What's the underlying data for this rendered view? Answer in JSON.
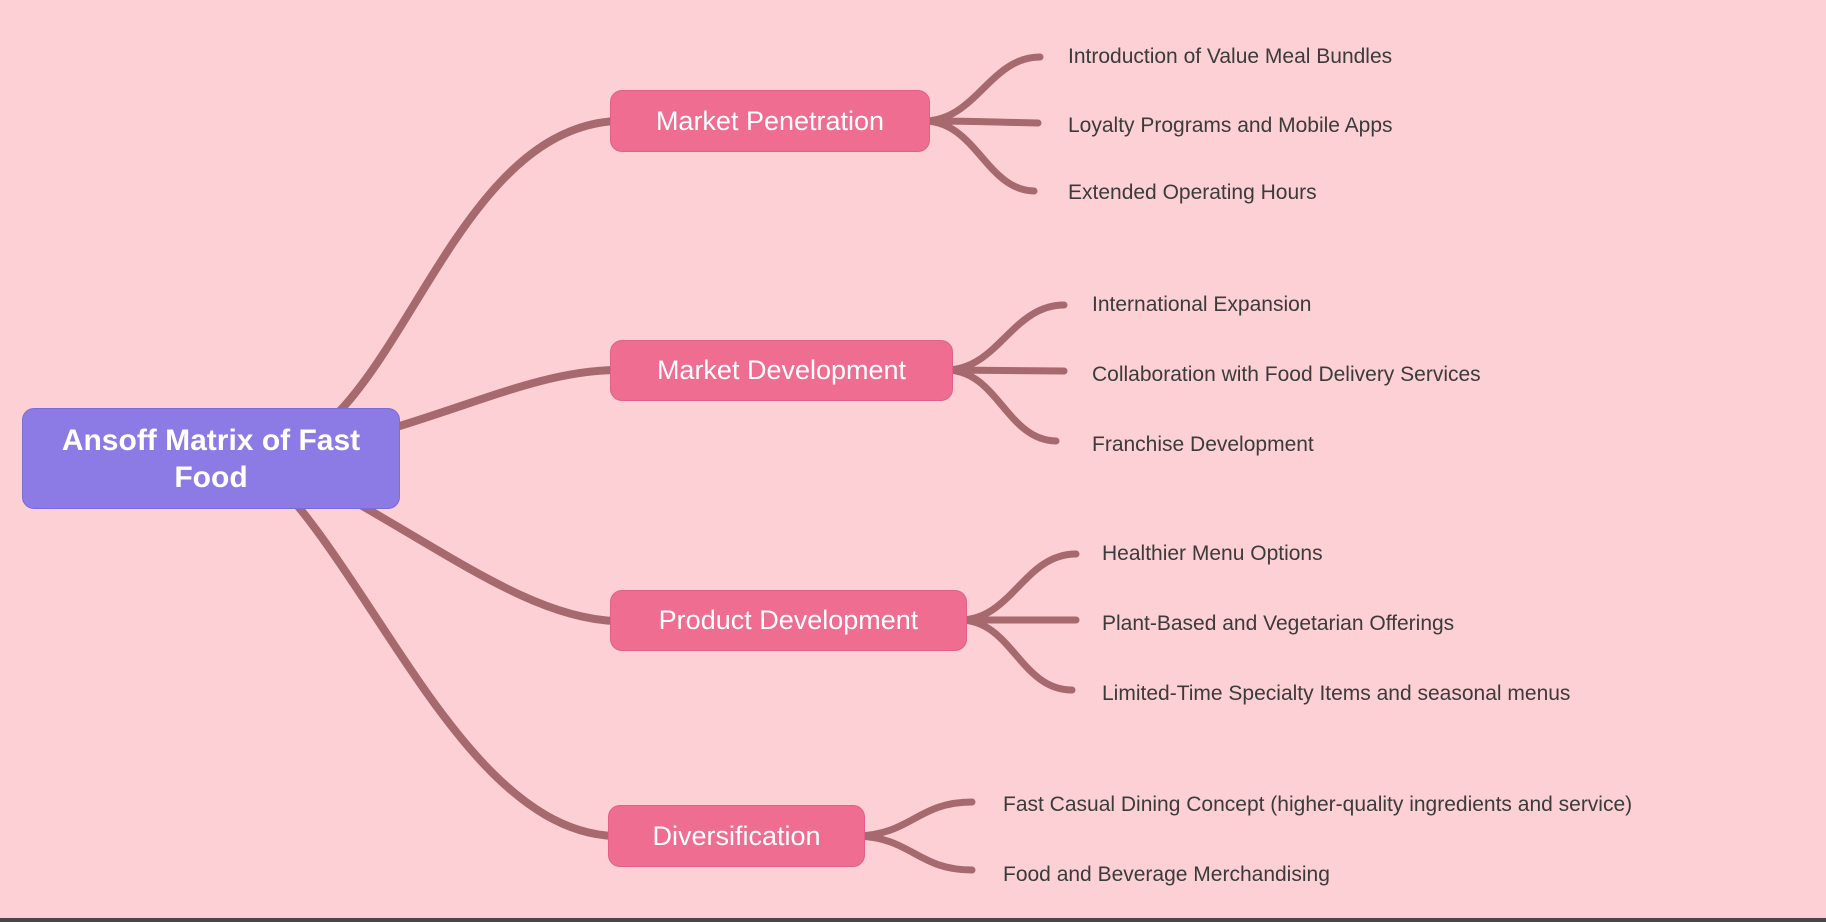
{
  "diagram": {
    "type": "mindmap",
    "title": "Ansoff Matrix of Fast Food"
  },
  "colors": {
    "background": "#fcd0d4",
    "root_fill": "#8c7ae5",
    "branch_fill": "#ee6d90",
    "connector": "#a5696e",
    "node_text": "#ffffff",
    "leaf_text": "#3b3b3b",
    "bottom_bar": "#4b454a"
  },
  "root": {
    "label": "Ansoff Matrix of Fast Food"
  },
  "branches": [
    {
      "label": "Market Penetration",
      "children": [
        "Introduction of Value Meal Bundles",
        "Loyalty Programs and Mobile Apps",
        "Extended Operating Hours"
      ]
    },
    {
      "label": "Market Development",
      "children": [
        "International Expansion",
        "Collaboration with Food Delivery Services",
        "Franchise Development"
      ]
    },
    {
      "label": "Product Development",
      "children": [
        "Healthier Menu Options",
        "Plant-Based and Vegetarian Offerings",
        "Limited-Time Specialty Items and seasonal menus"
      ]
    },
    {
      "label": "Diversification",
      "children": [
        "Fast Casual Dining Concept (higher-quality ingredients and service)",
        "Food and Beverage Merchandising"
      ]
    }
  ]
}
